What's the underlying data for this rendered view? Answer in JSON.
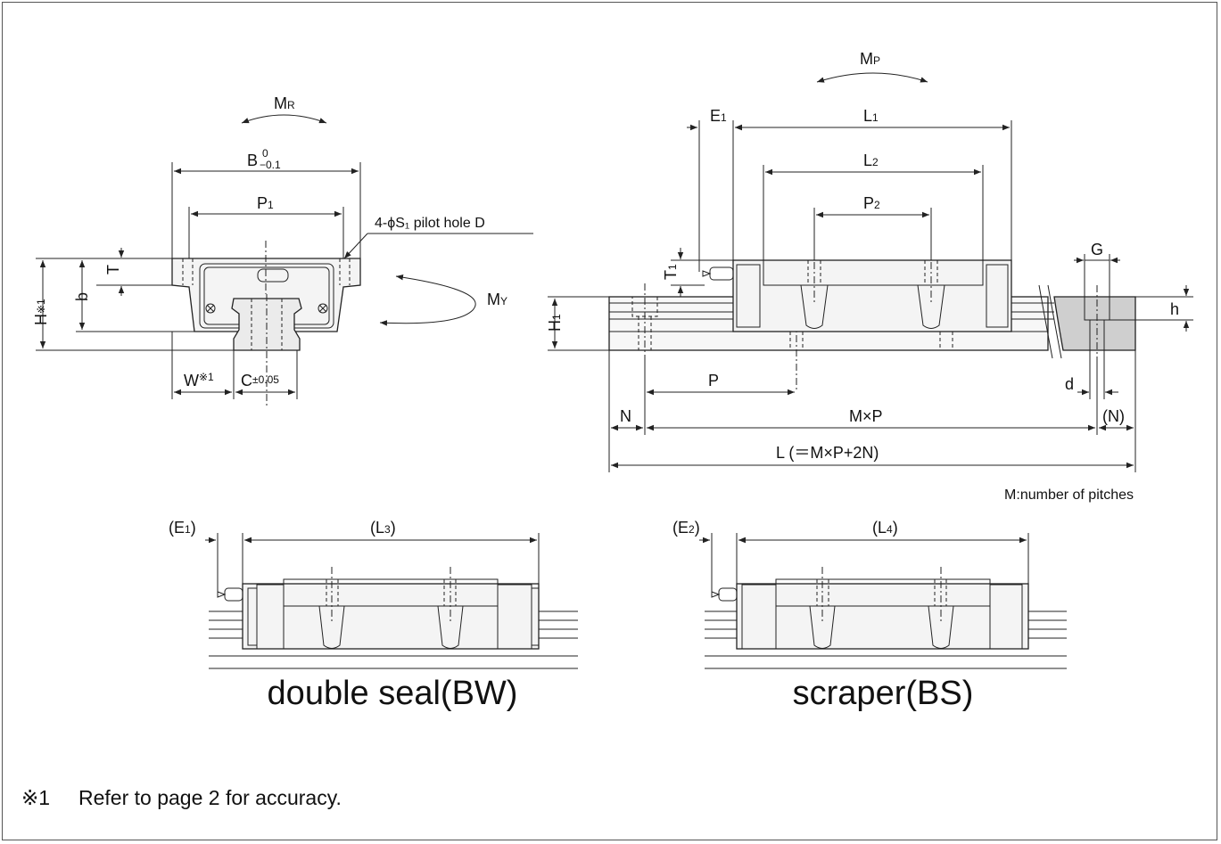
{
  "front_view": {
    "moment_roll": {
      "main": "M",
      "sub": "R"
    },
    "width": {
      "main": "B",
      "tol_upper": "0",
      "tol_lower": "−0.1"
    },
    "pitch_p1": {
      "main": "P",
      "sub": "1"
    },
    "pilot_hole": "4-ϕS₁ pilot hole D",
    "height_t": "T",
    "height_b": "b",
    "height_h": {
      "main": "H",
      "sup": "※1"
    },
    "width_w": {
      "main": "W",
      "sup": "※1"
    },
    "offset_c": {
      "main": "C",
      "tol": "±0.05"
    },
    "moment_yaw": {
      "main": "M",
      "sub": "Y"
    }
  },
  "side_view": {
    "moment_pitch": {
      "main": "M",
      "sub": "P"
    },
    "e1": {
      "main": "E",
      "sub": "1"
    },
    "l1": {
      "main": "L",
      "sub": "1"
    },
    "l2": {
      "main": "L",
      "sub": "2"
    },
    "p2": {
      "main": "P",
      "sub": "2"
    },
    "t1": {
      "main": "T",
      "sub": "1"
    },
    "h1": {
      "main": "H",
      "sub": "1"
    },
    "g": "G",
    "h": "h",
    "p": "P",
    "d": "d",
    "n": "N",
    "mxp": "M×P",
    "n_paren": "(N)",
    "l_total": "L (＝M×P+2N)",
    "pitch_note": "M:number of pitches"
  },
  "double_seal": {
    "e1": {
      "pre": "(E",
      "sub": "1",
      "post": ")"
    },
    "l3": {
      "pre": "(L",
      "sub": "3",
      "post": ")"
    },
    "caption": "double seal(BW)"
  },
  "scraper": {
    "e2": {
      "pre": "(E",
      "sub": "2",
      "post": ")"
    },
    "l4": {
      "pre": "(L",
      "sub": "4",
      "post": ")"
    },
    "caption": "scraper(BS)"
  },
  "footnote": {
    "mark": "※1",
    "text": "Refer to page 2 for accuracy."
  }
}
